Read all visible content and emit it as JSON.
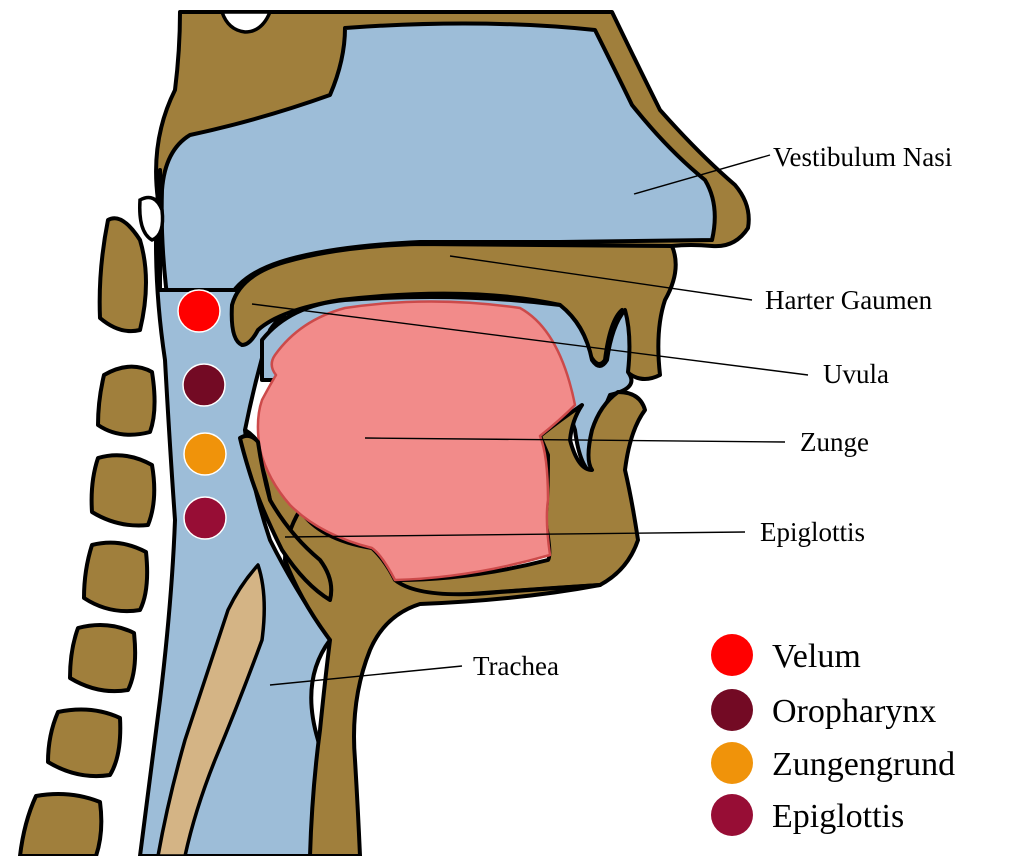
{
  "labels": {
    "vestibulum_nasi": "Vestibulum Nasi",
    "harter_gaumen": "Harter Gaumen",
    "uvula": "Uvula",
    "zunge": "Zunge",
    "epiglottis": "Epiglottis",
    "trachea": "Trachea"
  },
  "legend": [
    {
      "label": "Velum",
      "color": "#ff0000"
    },
    {
      "label": "Oropharynx",
      "color": "#730a24"
    },
    {
      "label": "Zungengrund",
      "color": "#f0930a"
    },
    {
      "label": "Epiglottis",
      "color": "#970d35"
    }
  ],
  "colors": {
    "bone": "#a07f3c",
    "airway": "#9dbdd8",
    "tongue": "#f28b8a",
    "cartilage": "#d4b485"
  }
}
